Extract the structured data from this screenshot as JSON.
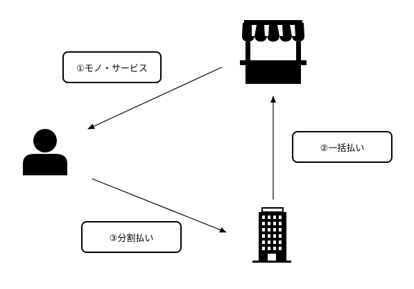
{
  "diagram": {
    "labels": {
      "goods_services": "①モノ・サービス",
      "lump_sum": "②一括払い",
      "installment": "③分割払い"
    },
    "icons": {
      "store": "store-icon",
      "person": "person-icon",
      "building": "office-building-icon"
    },
    "colors": {
      "stroke": "#000000",
      "background": "#ffffff"
    }
  }
}
